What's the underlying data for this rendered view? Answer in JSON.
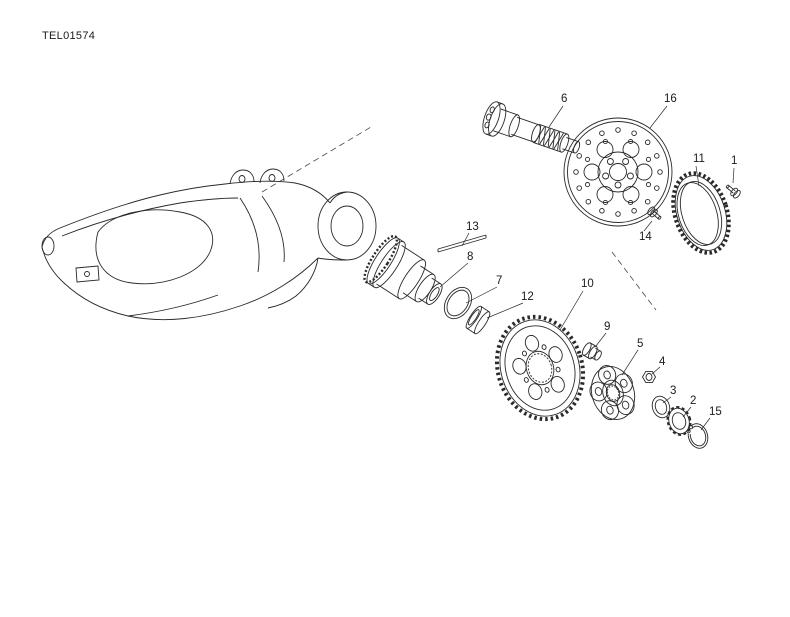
{
  "header": {
    "drawing_code": "TEL01574"
  },
  "diagram": {
    "type": "exploded-parts-diagram",
    "subject": "rear wheel spindle, hub, brake disc and chain sprocket assembly with single-sided swingarm",
    "callouts": {
      "c1": "1",
      "c2": "2",
      "c3": "3",
      "c4": "4",
      "c5": "5",
      "c6": "6",
      "c7": "7",
      "c8": "8",
      "c9": "9",
      "c10": "10",
      "c11": "11",
      "c12": "12",
      "c13": "13",
      "c14": "14",
      "c15": "15",
      "c16": "16"
    },
    "callout_numbers": [
      "1",
      "2",
      "3",
      "4",
      "5",
      "6",
      "7",
      "8",
      "9",
      "10",
      "11",
      "12",
      "13",
      "14",
      "15",
      "16"
    ],
    "colors": {
      "line": "#2a2a2a",
      "background": "#ffffff",
      "text": "#1a1a1a"
    }
  }
}
